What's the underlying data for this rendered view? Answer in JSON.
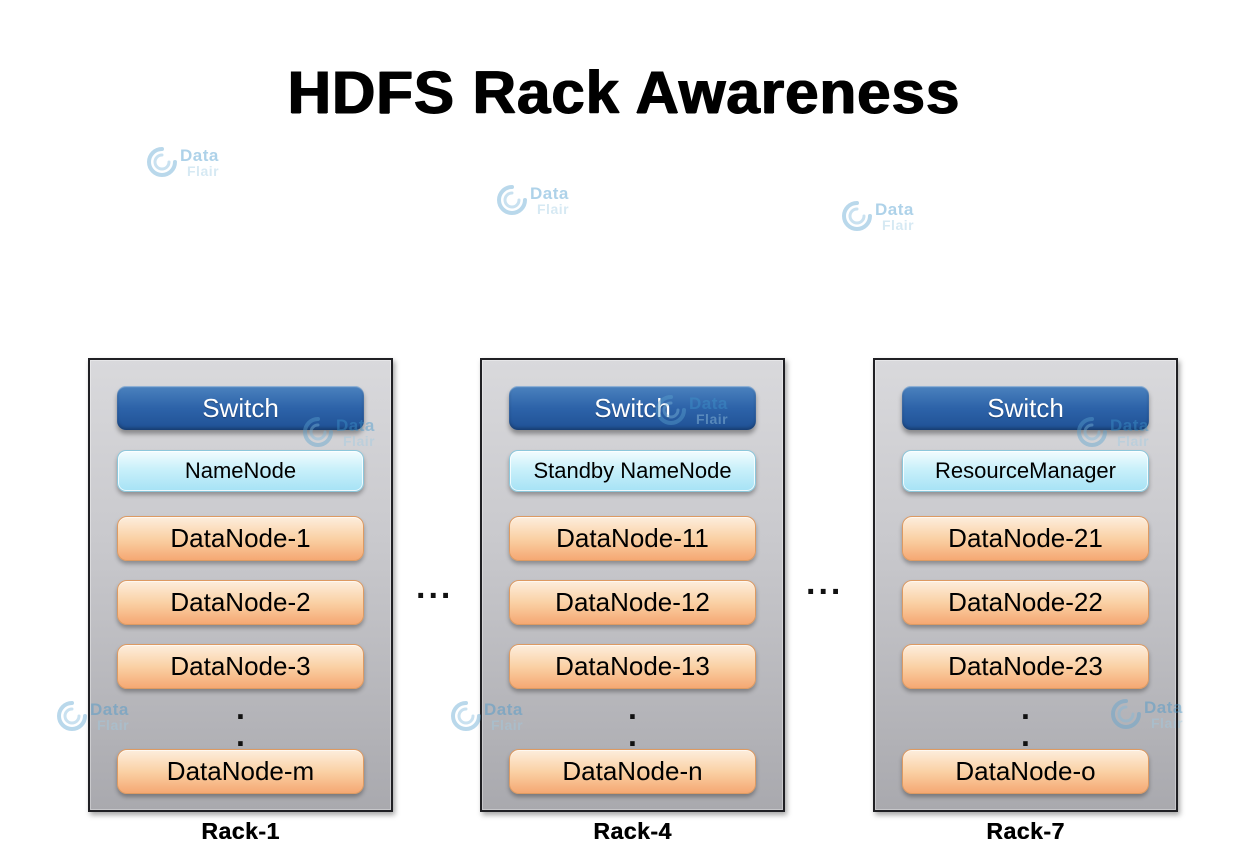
{
  "title": "HDFS Rack Awareness",
  "watermark": {
    "line1": "Data",
    "line2": "Flair"
  },
  "ellipsis": "...",
  "vdots": [
    ".",
    "."
  ],
  "racks": [
    {
      "label": "Rack-1",
      "switch_label": "Switch",
      "master_label": "NameNode",
      "datanodes": [
        "DataNode-1",
        "DataNode-2",
        "DataNode-3"
      ],
      "last_datanode": "DataNode-m"
    },
    {
      "label": "Rack-4",
      "switch_label": "Switch",
      "master_label": "Standby NameNode",
      "datanodes": [
        "DataNode-11",
        "DataNode-12",
        "DataNode-13"
      ],
      "last_datanode": "DataNode-n"
    },
    {
      "label": "Rack-7",
      "switch_label": "Switch",
      "master_label": "ResourceManager",
      "datanodes": [
        "DataNode-21",
        "DataNode-22",
        "DataNode-23"
      ],
      "last_datanode": "DataNode-o"
    }
  ],
  "colors": {
    "switch_blue": "#2d63a9",
    "master_cyan": "#a6e2f5",
    "datanode_orange": "#f5a873",
    "rack_gray": "#b9b9bd",
    "watermark_blue": "#5ba3d0",
    "title_black": "#000000"
  }
}
